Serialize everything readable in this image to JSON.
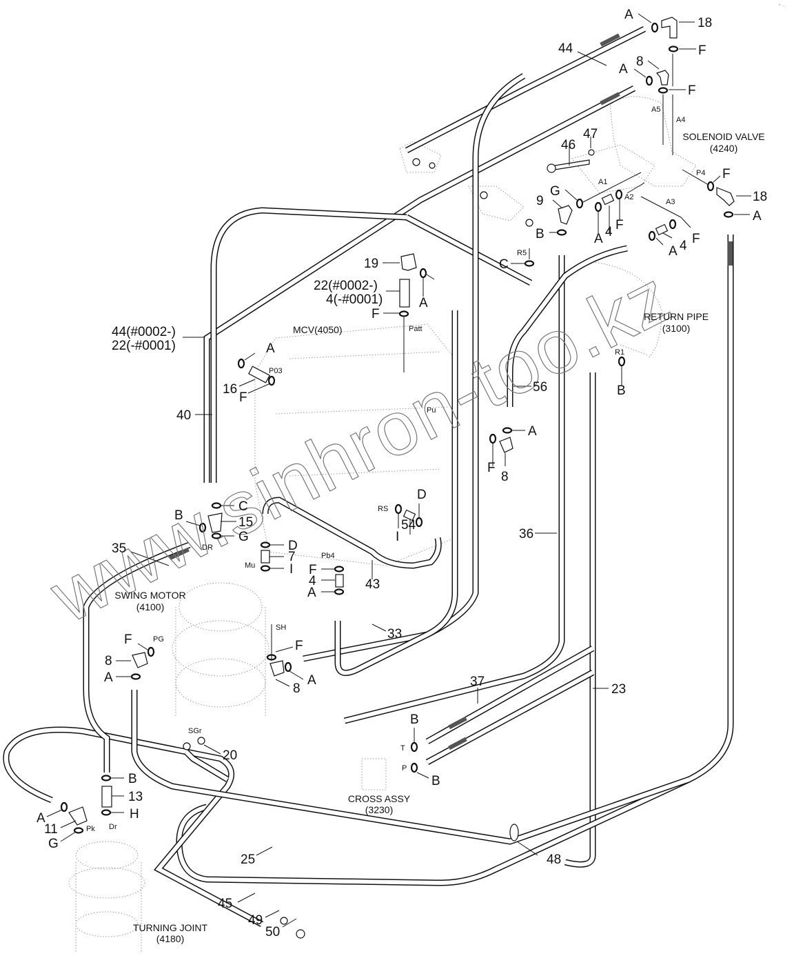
{
  "title": "Hydraulic pilot piping diagram",
  "watermark": "www.sinhron-too.kz",
  "corner_mark": "⁰ ∙∙∙",
  "components": [
    {
      "id": "solenoid",
      "name": "SOLENOID VALVE",
      "code": "(4240)"
    },
    {
      "id": "mcv",
      "name": "MCV(4050)",
      "code": ""
    },
    {
      "id": "return",
      "name": "RETURN PIPE",
      "code": "(3100)"
    },
    {
      "id": "swing",
      "name": "SWING MOTOR",
      "code": "(4100)"
    },
    {
      "id": "cross",
      "name": "CROSS ASSY",
      "code": "(3230)"
    },
    {
      "id": "turning",
      "name": "TURNING JOINT",
      "code": "(4180)"
    }
  ],
  "ports": [
    "A5",
    "A4",
    "P4",
    "A1",
    "A2",
    "A3",
    "R5",
    "Patt",
    "P03",
    "Pu",
    "R1",
    "RS",
    "DR",
    "Mu",
    "Pb4",
    "PG",
    "SH",
    "SGr",
    "T",
    "P",
    "Pk",
    "Dr"
  ],
  "callouts": [
    "A",
    "18",
    "44",
    "F",
    "8",
    "A",
    "F",
    "46",
    "47",
    "G",
    "9",
    "F",
    "18",
    "A",
    "B",
    "A",
    "4",
    "F",
    "A",
    "4",
    "F",
    "19",
    "22(#0002-)",
    "4(-#0001)",
    "A",
    "F",
    "C",
    "44(#0002-)",
    "22(-#0001)",
    "A",
    "16",
    "F",
    "56",
    "A",
    "F",
    "8",
    "B",
    "40",
    "C",
    "B",
    "15",
    "G",
    "D",
    "7",
    "I",
    "35",
    "D",
    "I",
    "54",
    "43",
    "F",
    "4",
    "A",
    "36",
    "33",
    "F",
    "8",
    "A",
    "F",
    "A",
    "8",
    "37",
    "23",
    "20",
    "B",
    "B",
    "B",
    "13",
    "H",
    "A",
    "11",
    "G",
    "25",
    "48",
    "45",
    "49",
    "50"
  ]
}
